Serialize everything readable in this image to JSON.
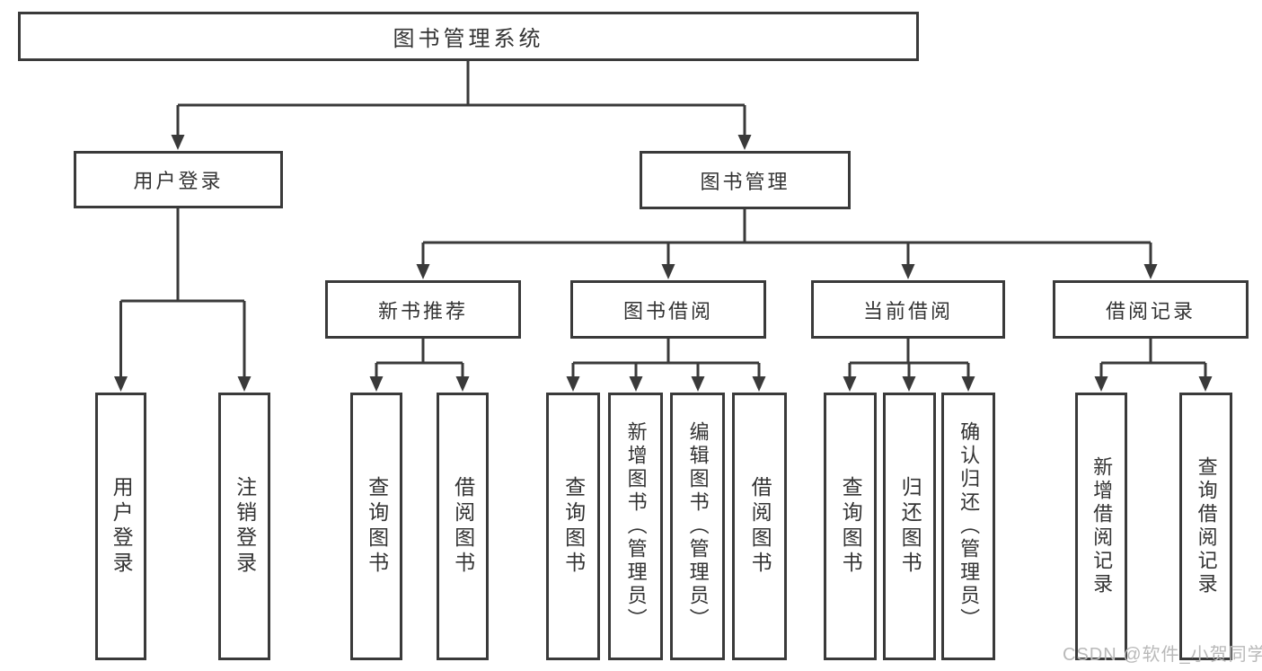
{
  "diagram": {
    "root": {
      "label": "图书管理系统"
    },
    "level2": [
      {
        "label": "用户登录"
      },
      {
        "label": "图书管理"
      }
    ],
    "level3": [
      {
        "label": "新书推荐"
      },
      {
        "label": "图书借阅"
      },
      {
        "label": "当前借阅"
      },
      {
        "label": "借阅记录"
      }
    ],
    "leaves": {
      "user_login": [
        {
          "label": "用户登录"
        },
        {
          "label": "注销登录"
        }
      ],
      "new_books": [
        {
          "label": "查询图书"
        },
        {
          "label": "借阅图书"
        }
      ],
      "book_borrow": [
        {
          "label": "查询图书"
        },
        {
          "label": "新增图书（管理员）"
        },
        {
          "label": "编辑图书（管理员）"
        },
        {
          "label": "借阅图书"
        }
      ],
      "current_borrow": [
        {
          "label": "查询图书"
        },
        {
          "label": "归还图书"
        },
        {
          "label": "确认归还（管理员）"
        }
      ],
      "borrow_records": [
        {
          "label": "新增借阅记录"
        },
        {
          "label": "查询借阅记录"
        }
      ]
    }
  },
  "watermark": {
    "text": "CSDN @软件_小贺同学"
  },
  "colors": {
    "line": "#3a3a3a",
    "text": "#333333",
    "watermark": "#b9b9b9",
    "background": "#ffffff"
  }
}
